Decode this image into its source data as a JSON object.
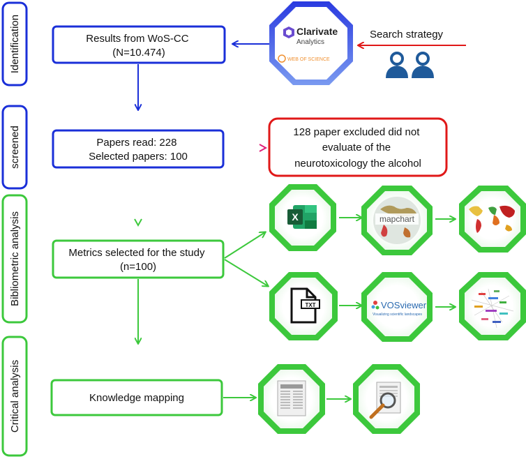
{
  "stages": [
    {
      "label": "Identification",
      "color": "#1a2fd8"
    },
    {
      "label": "screened",
      "color": "#1a2fd8"
    },
    {
      "label": "Bibliometric analysis",
      "color": "#3cc83c"
    },
    {
      "label": "Critical analysis",
      "color": "#3cc83c"
    }
  ],
  "boxes": {
    "wos": {
      "lines": [
        "Results from WoS-CC",
        "(N=10.474)"
      ]
    },
    "screen": {
      "lines": [
        "Papers read: 228",
        "Selected papers: 100"
      ]
    },
    "excluded": {
      "lines": [
        "128 paper excluded did not",
        "evaluate of the",
        "neurotoxicology the alcohol"
      ]
    },
    "metrics": {
      "lines": [
        "Metrics selected for the study",
        "(n=100)"
      ]
    },
    "knowledge": {
      "lines": [
        "Knowledge mapping"
      ]
    }
  },
  "search_label": "Search strategy",
  "clarivate": {
    "brand": "Clarivate",
    "sub": "Analytics",
    "wos": "WEB OF SCIENCE"
  },
  "icons": {
    "excel": {
      "letter": "X"
    },
    "mapchart": {
      "text": "mapchart"
    },
    "txt": {
      "text": "TXT"
    },
    "vosviewer": {
      "text": "VOSviewer",
      "tagline": "Visualizing scientific landscapes"
    }
  },
  "colors": {
    "blue": "#1a2fd8",
    "green": "#3cc83c",
    "red": "#e01818",
    "person": "#1f5a9a"
  }
}
